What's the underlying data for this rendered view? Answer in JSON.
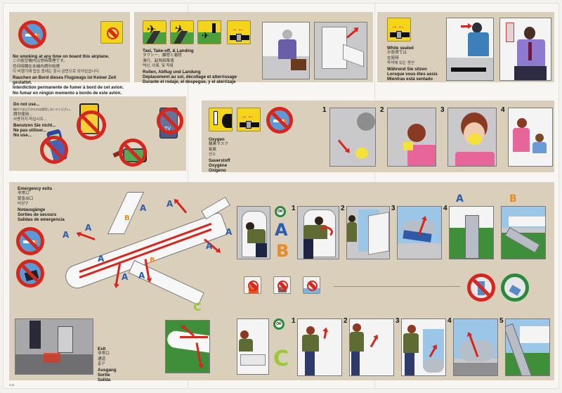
{
  "card": {
    "sections": {
      "no_smoking": {
        "lines": [
          "No smoking at any time on board this airplane.",
          "この航空機内は常時禁煙です。",
          "任何時間在本機內請勿吸煙",
          "이 비행기에 탑승 중에는 항시 금연으로 되어있습니다.",
          "Rauchen an Bord dieses Flugzeugs ist Keiner Zeit gestattet.",
          "Interdiction permanente de fumer à bord de cet avion.",
          "No fumar en ningún momento a bordo de este avión."
        ],
        "icons": [
          "no-smoking-icon",
          "no-smoking-lavatory-icon"
        ]
      },
      "taxi": {
        "lines": [
          "Taxi, Take-off, & Landing",
          "タクシー、離陸と着陸",
          "滑行、起飛和降落",
          "택싱, 이륙, 및 착륙",
          "Rollen, Abflug und Landung",
          "Déplacement au sol, décollage et atterrissage",
          "Durante el rodaje, el despegue, y el aterrizaje"
        ],
        "icons": [
          "takeoff-icon",
          "landing-icon",
          "taxi-icon",
          "fasten-seatbelt-icon"
        ]
      },
      "seated": {
        "lines": [
          "While seated",
          "お座席では",
          "在座時",
          "착석해 있는 동안",
          "Während Sie sitzen",
          "Lorsque vous êtes assis",
          "Mientras está sentado"
        ]
      },
      "devices": {
        "title": "Do not use...",
        "lines": [
          "機内では以下のものは使用しないでください。",
          "請勿使用...",
          "사용하지 마십시오...",
          "Benutzen Sie nicht...",
          "Ne pas utiliser...",
          "No use..."
        ],
        "tv_label": "TV"
      },
      "oxygen": {
        "lines": [
          "Oxygen",
          "酸素マスク",
          "氧氣",
          "산소",
          "Sauerstoff",
          "Oxygène",
          "Oxígeno"
        ],
        "steps": [
          "1",
          "2",
          "3",
          "4"
        ]
      },
      "emergency_exits": {
        "lines": [
          "Emergency exits",
          "非常口",
          "緊急出口",
          "비상구",
          "Notausgänge",
          "Sorties de secours",
          "Salidas de emergencia"
        ],
        "exit_labels": [
          "A",
          "B",
          "C"
        ],
        "steps": [
          "1",
          "2",
          "3",
          "4"
        ],
        "ok_label": "OK"
      },
      "exit_c": {
        "lines": [
          "Exit",
          "非常口",
          "通道",
          "출구",
          "Ausgang",
          "Sortie",
          "Salida"
        ],
        "steps": [
          "1",
          "2",
          "3",
          "4",
          "5"
        ],
        "ok_label": "OK"
      }
    },
    "colors": {
      "panel": "#d9cfbb",
      "prohibition_red": "#d8261c",
      "sign_yellow": "#f4d51b",
      "exit_a_blue": "#2a5db0",
      "exit_b_orange": "#e98a2a",
      "exit_c_green": "#9ac93a",
      "ok_green": "#2a8a3a"
    },
    "footer_code": "B4B"
  }
}
